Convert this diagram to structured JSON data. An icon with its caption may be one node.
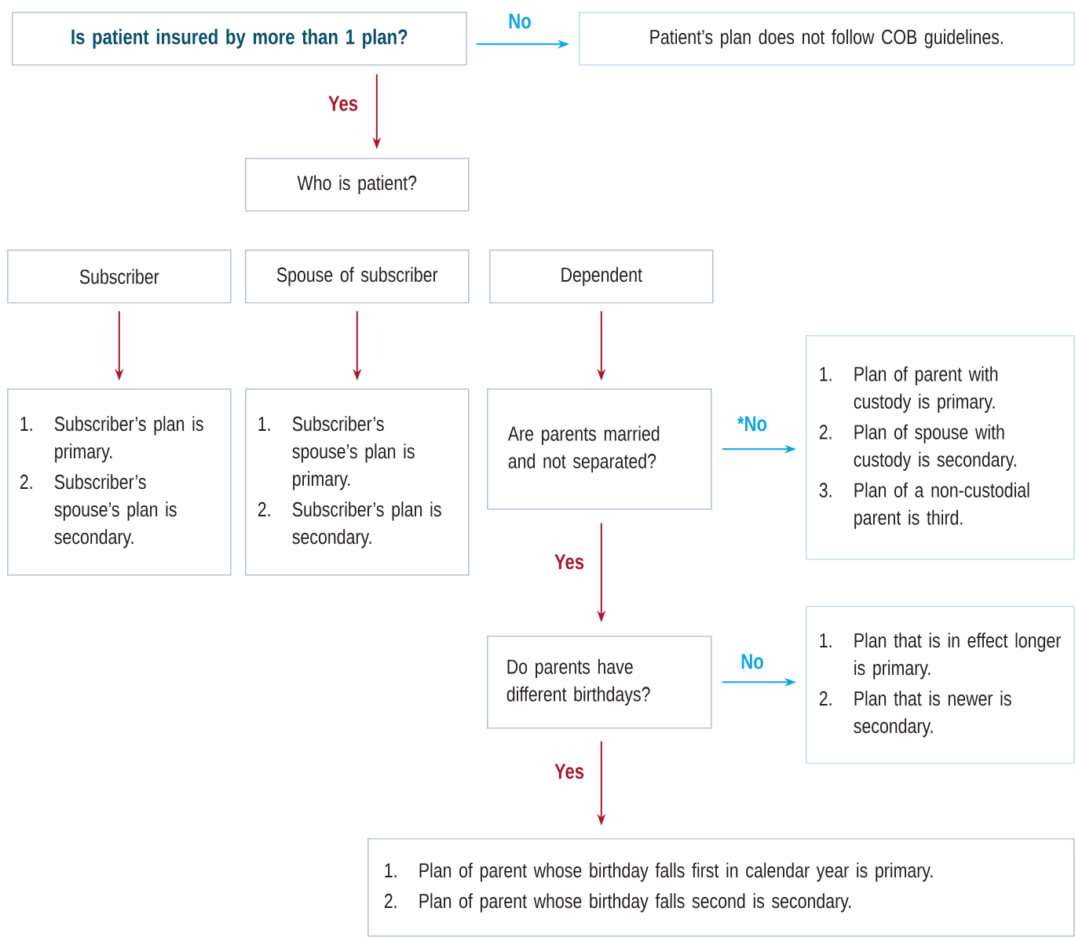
{
  "diagram": {
    "nodes": [
      {
        "text": [
          "Is patient insured by more than 1 plan?"
        ]
      },
      {
        "text": [
          "Patient’s plan does not follow COB guidelines."
        ]
      },
      {
        "text": [
          "Who is patient?"
        ]
      },
      {
        "text": [
          "Subscriber"
        ]
      },
      {
        "text": [
          "Spouse of subscriber"
        ]
      },
      {
        "text": [
          "Dependent"
        ]
      },
      {
        "text": [
          "1.",
          "Subscriber’s plan is primary.",
          "2.",
          "Subscriber’s spouse’s plan is secondary."
        ]
      },
      {
        "text": [
          "1.",
          "Subscriber’s spouse’s plan is primary.",
          "2.",
          "Subscriber’s plan is secondary."
        ]
      },
      {
        "text": [
          "Are parents married and not separated?"
        ]
      },
      {
        "text": [
          "1.",
          "Plan of parent with custody is primary.",
          "2.",
          "Plan of spouse with custody is secondary.",
          "3.",
          "Plan of a non-custodial parent is third."
        ]
      },
      {
        "text": [
          "Do parents have different birthdays?"
        ]
      },
      {
        "text": [
          "1.",
          "Plan that is in effect longer is primary.",
          "2.",
          "Plan that is newer is secondary."
        ]
      },
      {
        "text": [
          "1.",
          "Plan of parent whose birthday falls first in calendar year is primary.",
          "2.",
          "Plan of parent whose birthday falls second is secondary."
        ]
      }
    ],
    "edges": [
      {
        "from": 0,
        "to": 1,
        "arrow": "to",
        "label": "No",
        "color": "#0ea5e0"
      },
      {
        "from": 0,
        "to": 2,
        "arrow": "to",
        "label": "Yes"
      },
      {
        "from": 3,
        "to": 6,
        "arrow": "to"
      },
      {
        "from": 4,
        "to": 7,
        "arrow": "to"
      },
      {
        "from": 5,
        "to": 8,
        "arrow": "to"
      },
      {
        "from": 8,
        "to": 9,
        "arrow": "to",
        "label": "*No",
        "color": "#0ea5e0"
      },
      {
        "from": 8,
        "to": 10,
        "arrow": "to",
        "label": "Yes"
      },
      {
        "from": 10,
        "to": 11,
        "arrow": "to",
        "label": "No",
        "color": "#0ea5e0"
      },
      {
        "from": 10,
        "to": 12,
        "arrow": "to",
        "label": "Yes"
      }
    ]
  }
}
